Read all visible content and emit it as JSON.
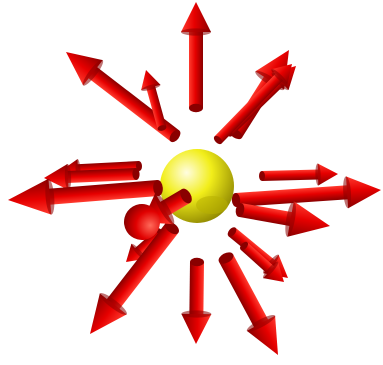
{
  "scene": {
    "subject": "electric-field-vectors",
    "colors": {
      "background": "#ffffff",
      "arrow_light": "#ff3b2f",
      "arrow_mid": "#e60000",
      "arrow_dark": "#8a0000",
      "sphere_light": "#fffde0",
      "sphere_mid": "#f2ee1a",
      "sphere_dark": "#8c8400"
    },
    "arrow_count": 19,
    "charge_count": 1
  }
}
